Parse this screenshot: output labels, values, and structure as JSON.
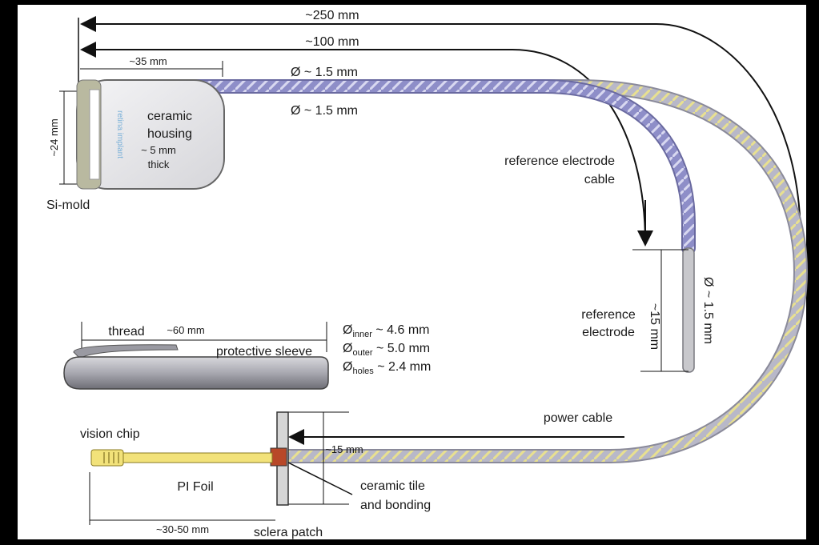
{
  "labels": {
    "len_250": "~250 mm",
    "len_100": "~100 mm",
    "len_35": "~35 mm",
    "dia_top": "Ø ~ 1.5 mm",
    "dia_bottom": "Ø ~ 1.5 mm",
    "height_24": "~24 mm",
    "housing_line1": "ceramic",
    "housing_line2": "housing",
    "housing_line3": "~ 5 mm",
    "housing_line4": "thick",
    "implant_text": "retina implant",
    "si_mold": "Si-mold",
    "ref_cable_line1": "reference electrode",
    "ref_cable_line2": "cable",
    "len_15_ref": "~15 mm",
    "ref_electrode_line1": "reference",
    "ref_electrode_line2": "electrode",
    "dia_vertical": "Ø ~ 1.5 mm",
    "thread": "thread",
    "len_60": "~60 mm",
    "protective_sleeve": "protective sleeve",
    "d_inner_sym": "Ø",
    "d_inner_sub": "inner",
    "d_inner_val": " ~ 4.6 mm",
    "d_outer_sym": "Ø",
    "d_outer_sub": "outer",
    "d_outer_val": " ~ 5.0 mm",
    "d_holes_sym": "Ø",
    "d_holes_sub": "holes",
    "d_holes_val": " ~ 2.4 mm",
    "power_cable": "power cable",
    "vision_chip": "vision chip",
    "len_15_patch": "~15 mm",
    "pi_foil": "PI Foil",
    "tile_line1": "ceramic tile",
    "tile_line2": "and bonding",
    "len_30_50": "~30-50 mm",
    "sclera_patch": "sclera patch"
  },
  "colors": {
    "frame": "#000000",
    "panel": "#ffffff",
    "cable_blue": "#8e8ec8",
    "cable_yellow": "#d9d48a",
    "housing": "#e8e8ea",
    "foil": "#f2e27a"
  }
}
